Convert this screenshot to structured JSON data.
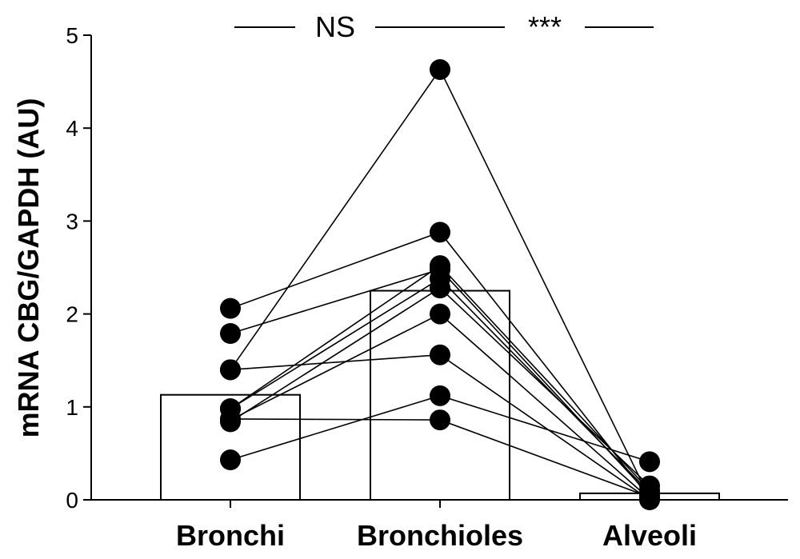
{
  "chart_data": {
    "type": "bar",
    "ylabel": "mRNA CBG/GAPDH (AU)",
    "ylim": [
      0,
      5
    ],
    "yticks": [
      0,
      1,
      2,
      3,
      4,
      5
    ],
    "categories": [
      "Bronchi",
      "Bronchioles",
      "Alveoli"
    ],
    "bar_values": [
      1.13,
      2.25,
      0.07
    ],
    "paired_samples": [
      [
        2.06,
        2.88,
        0.02
      ],
      [
        1.79,
        2.48,
        0.05
      ],
      [
        1.4,
        1.56,
        0.0
      ],
      [
        0.98,
        2.52,
        0.1
      ],
      [
        0.87,
        0.86,
        0.03
      ],
      [
        0.84,
        2.28,
        0.15
      ],
      [
        0.43,
        1.12,
        0.41
      ],
      [
        1.4,
        4.63,
        0.02
      ],
      [
        0.86,
        2.0,
        0.01
      ],
      [
        0.98,
        2.38,
        0.08
      ]
    ],
    "comparisons": [
      {
        "from": "Bronchi",
        "to": "Bronchioles",
        "label": "NS"
      },
      {
        "from": "Bronchioles",
        "to": "Alveoli",
        "label": "***"
      }
    ]
  }
}
